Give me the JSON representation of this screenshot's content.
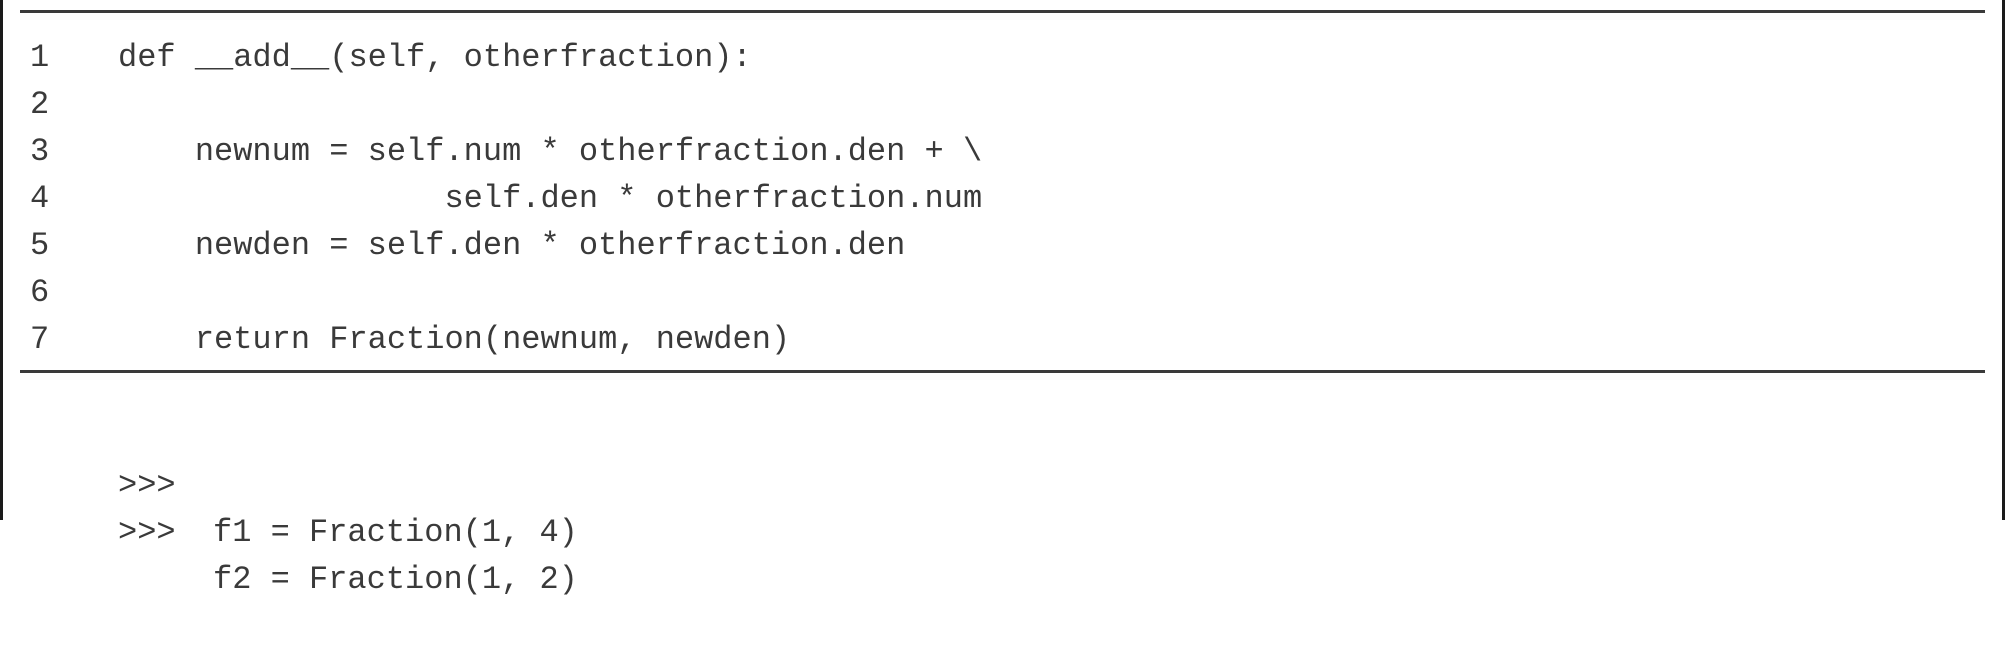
{
  "code_listing": {
    "lines": [
      {
        "number": "1",
        "text": "def __add__(self, otherfraction):"
      },
      {
        "number": "2",
        "text": ""
      },
      {
        "number": "3",
        "text": "    newnum = self.num * otherfraction.den + \\"
      },
      {
        "number": "4",
        "text": "                 self.den * otherfraction.num"
      },
      {
        "number": "5",
        "text": "    newden = self.den * otherfraction.den"
      },
      {
        "number": "6",
        "text": ""
      },
      {
        "number": "7",
        "text": "    return Fraction(newnum, newden)"
      }
    ]
  },
  "interactive_session": {
    "lines": [
      {
        "prompt": ">>>",
        "text": "f1 = Fraction(1, 4)"
      },
      {
        "prompt": ">>>",
        "text": "f2 = Fraction(1, 2)"
      }
    ]
  }
}
